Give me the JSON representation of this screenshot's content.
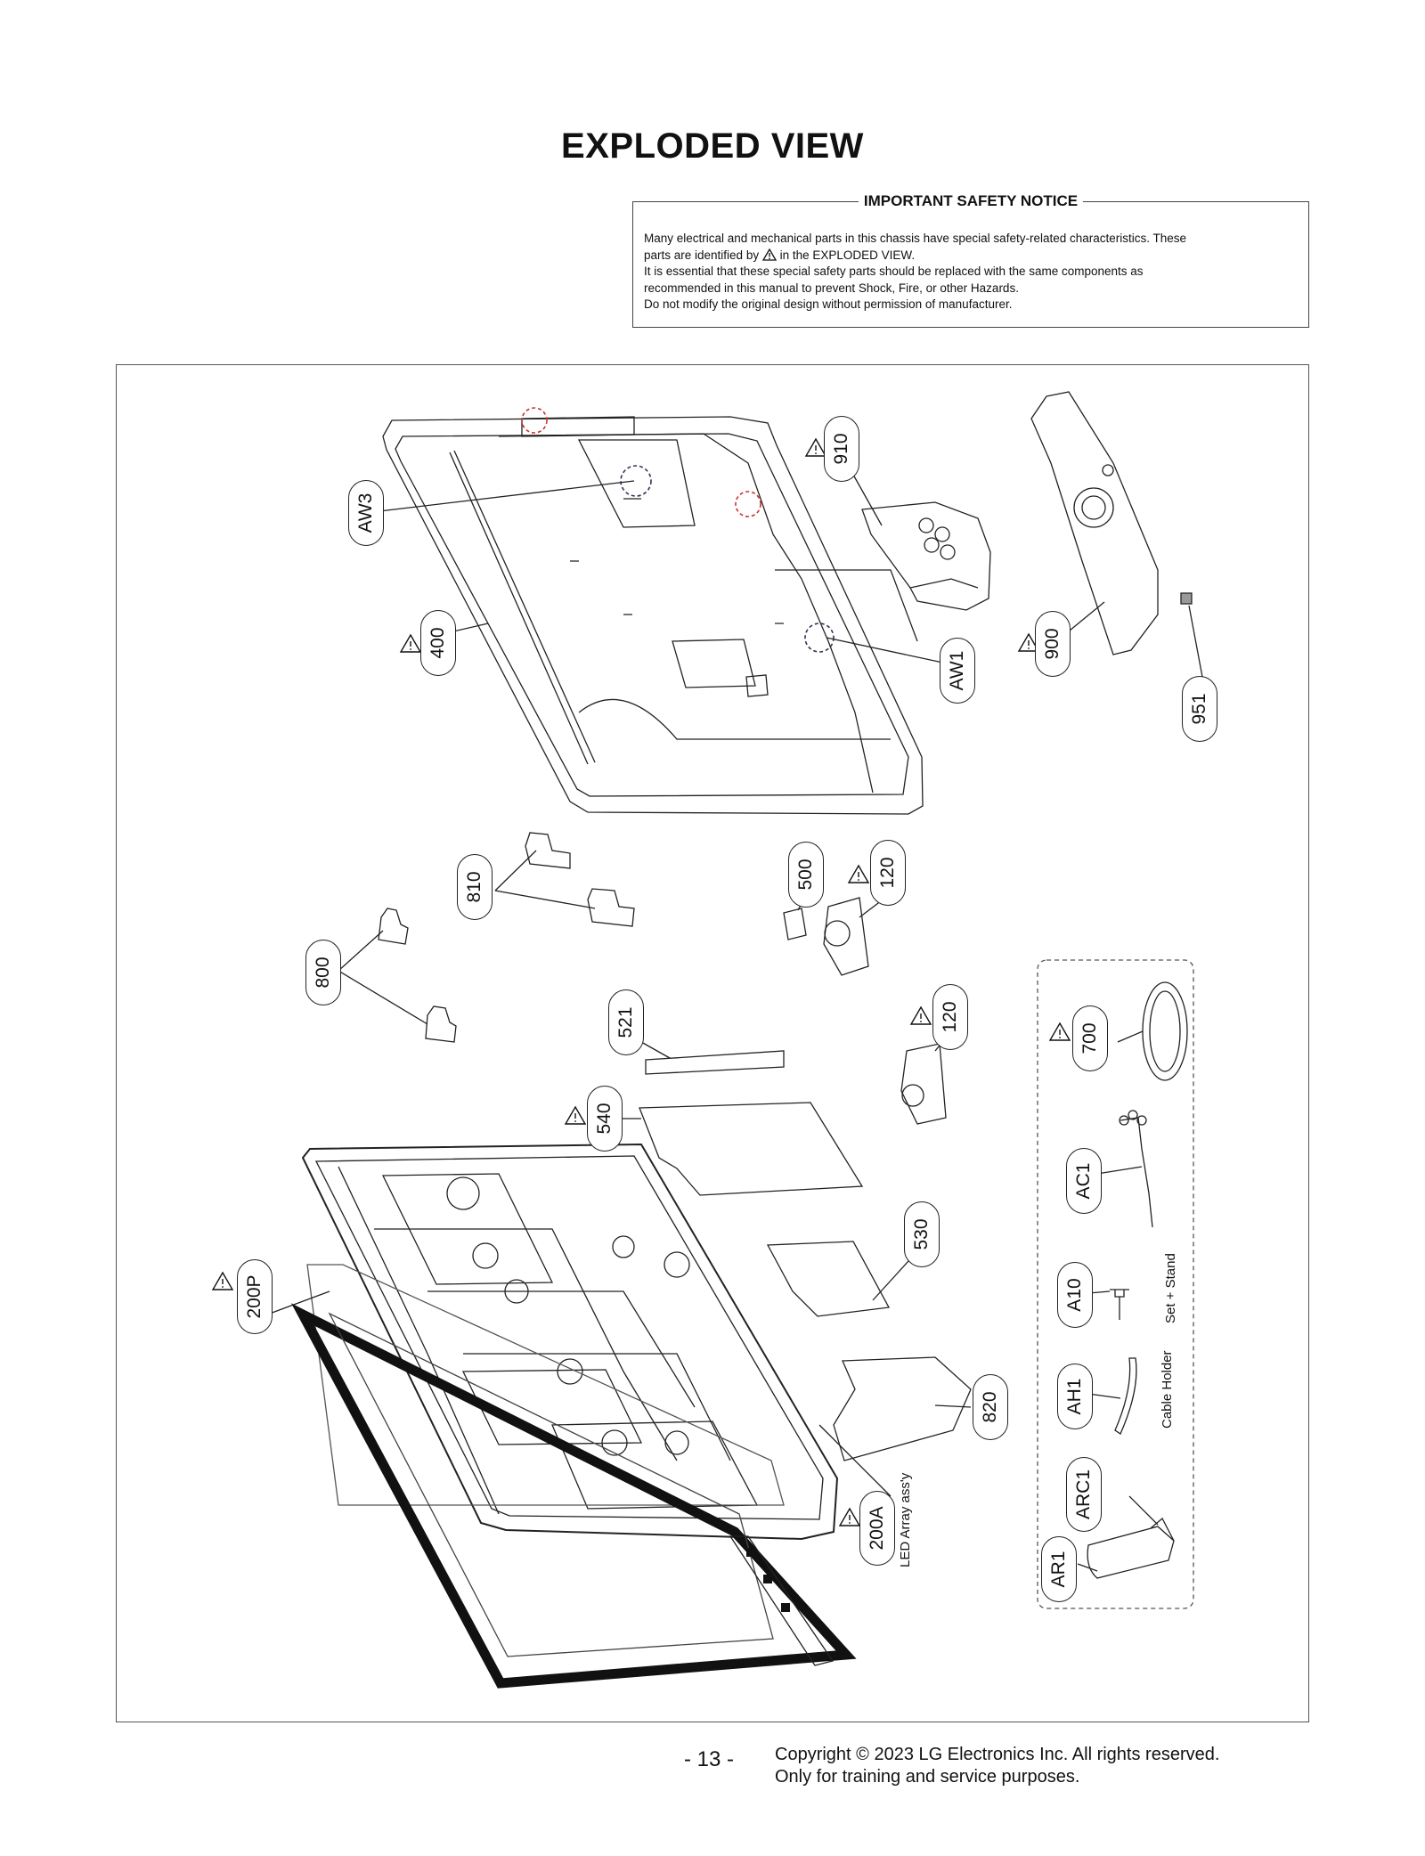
{
  "title": "EXPLODED VIEW",
  "notice": {
    "heading": "IMPORTANT SAFETY NOTICE",
    "line1": "Many electrical and mechanical parts in this chassis have special safety-related characteristics. These",
    "line2a": "parts are identified by",
    "line2b": "in the EXPLODED VIEW.",
    "line3": "It is essential that these special safety parts should be replaced with the same components as",
    "line4": "recommended in this manual to prevent Shock, Fire, or other Hazards.",
    "line5": "Do not modify the original design without permission of manufacturer."
  },
  "callouts": {
    "aw3": "AW3",
    "p400": "400",
    "p910": "910",
    "p900": "900",
    "aw1": "AW1",
    "p951": "951",
    "p810": "810",
    "p800": "800",
    "p500": "500",
    "p120a": "120",
    "p120b": "120",
    "p521": "521",
    "p540": "540",
    "p530": "530",
    "p200p": "200P",
    "p820": "820",
    "p200a": "200A",
    "p700": "700",
    "ac1": "AC1",
    "a10": "A10",
    "ah1": "AH1",
    "arc1": "ARC1",
    "ar1": "AR1"
  },
  "labels": {
    "led_array": "LED Array ass'y",
    "set_stand": "Set + Stand",
    "cable_holder": "Cable Holder"
  },
  "footer": {
    "page_number": "- 13 -",
    "copyright": "Copyright © 2023 LG Electronics Inc. All rights reserved.",
    "training": "Only for training and service purposes."
  }
}
